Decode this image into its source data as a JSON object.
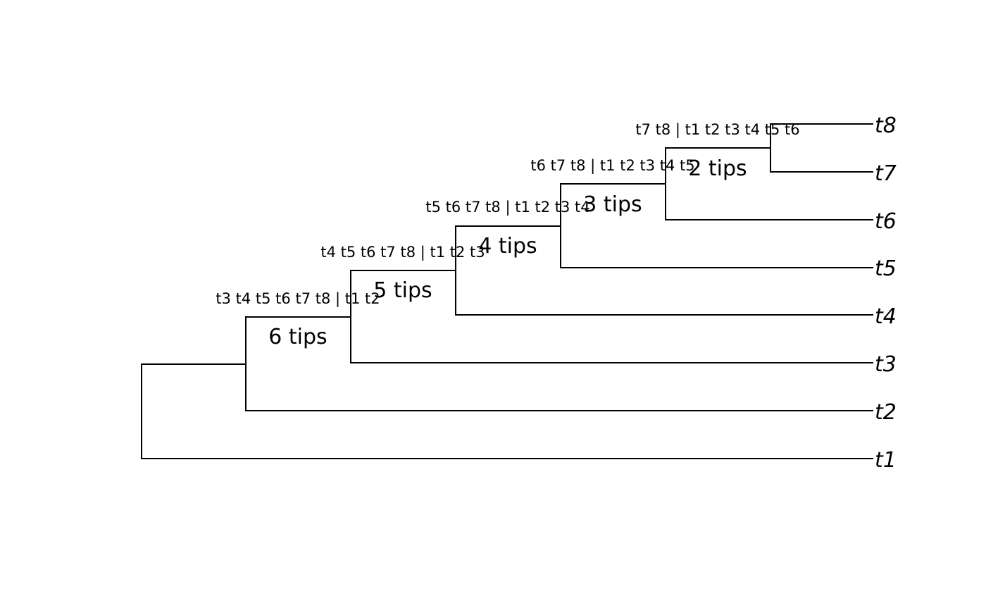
{
  "tree": {
    "tips": [
      "t8",
      "t7",
      "t6",
      "t5",
      "t4",
      "t3",
      "t2",
      "t1"
    ],
    "nodes": [
      {
        "split_label": "t7 t8 | t1 t2 t3 t4 t5 t6",
        "tip_count_label": "2 tips"
      },
      {
        "split_label": "t6 t7 t8 | t1 t2 t3 t4 t5",
        "tip_count_label": "3 tips"
      },
      {
        "split_label": "t5 t6 t7 t8 | t1 t2 t3 t4",
        "tip_count_label": "4 tips"
      },
      {
        "split_label": "t4 t5 t6 t7 t8 | t1 t2 t3",
        "tip_count_label": "5 tips"
      },
      {
        "split_label": "t3 t4 t5 t6 t7 t8 | t1 t2",
        "tip_count_label": "6 tips"
      }
    ],
    "line_color": "#000000"
  }
}
